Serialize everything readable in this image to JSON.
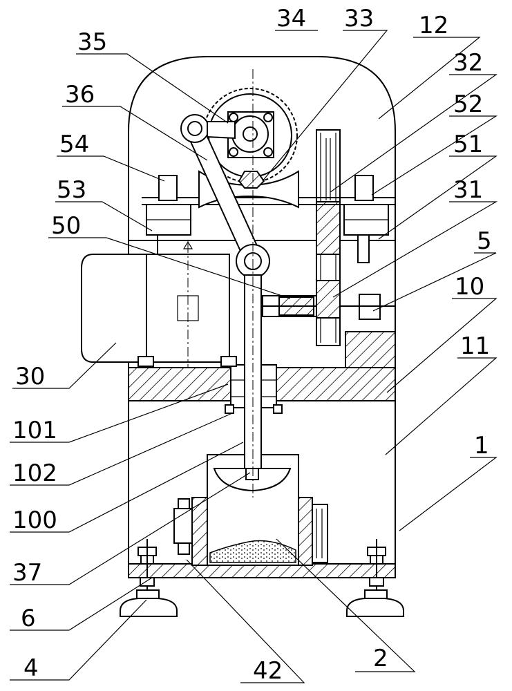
{
  "labels": {
    "l34": "34",
    "l33": "33",
    "l12": "12",
    "l35": "35",
    "l32": "32",
    "l36": "36",
    "l52": "52",
    "l54": "54",
    "l51": "51",
    "l53": "53",
    "l31": "31",
    "l50": "50",
    "l5": "5",
    "l10": "10",
    "l11": "11",
    "l30": "30",
    "l1": "1",
    "l101": "101",
    "l102": "102",
    "l100": "100",
    "l37": "37",
    "l6": "6",
    "l4": "4",
    "l42": "42",
    "l2": "2"
  }
}
